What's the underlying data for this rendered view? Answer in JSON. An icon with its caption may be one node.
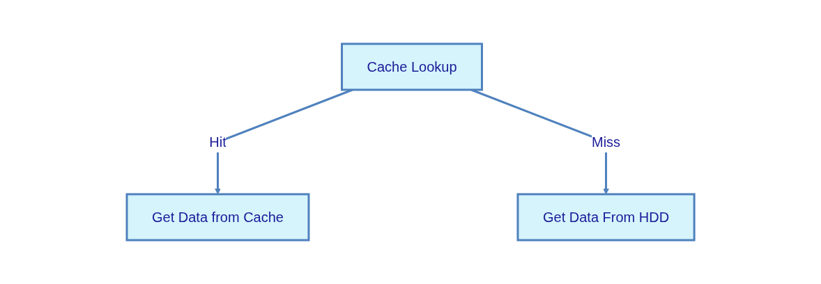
{
  "diagram": {
    "nodes": [
      {
        "text": [
          "Cache Lookup"
        ]
      },
      {
        "text": [
          "Get Data from Cache"
        ]
      },
      {
        "text": [
          "Get Data From HDD"
        ]
      }
    ],
    "edges": [
      {
        "from": 0,
        "to": 1,
        "arrow": "to",
        "label": "Hit"
      },
      {
        "from": 0,
        "to": 2,
        "arrow": "to",
        "label": "Miss"
      }
    ]
  }
}
